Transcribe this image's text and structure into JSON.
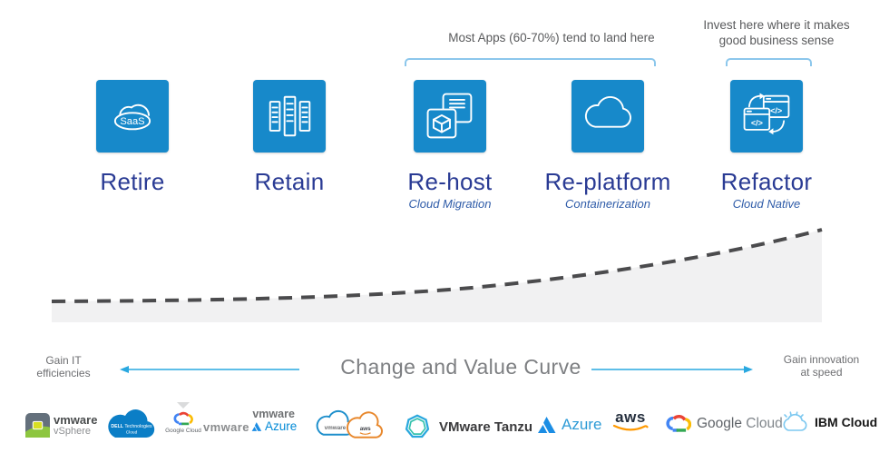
{
  "annotations": {
    "most_apps": "Most Apps (60-70%) tend to land here",
    "invest_line1": "Invest here where it makes",
    "invest_line2": "good business sense"
  },
  "strategies": [
    {
      "label": "Retire",
      "subtitle": "",
      "icon": "saas-cloud-icon",
      "icon_text": "SaaS"
    },
    {
      "label": "Retain",
      "subtitle": "",
      "icon": "server-racks-icon"
    },
    {
      "label": "Re-host",
      "subtitle": "Cloud Migration",
      "icon": "vm-cube-icon"
    },
    {
      "label": "Re-platform",
      "subtitle": "Containerization",
      "icon": "cloud-icon"
    },
    {
      "label": "Refactor",
      "subtitle": "Cloud Native",
      "icon": "code-windows-icon",
      "icon_text": "</>"
    }
  ],
  "curve": {
    "title": "Change and Value Curve",
    "left_label_line1": "Gain IT",
    "left_label_line2": "efficiencies",
    "right_label_line1": "Gain innovation",
    "right_label_line2": "at speed"
  },
  "logos": {
    "vsphere": {
      "brand": "vmware",
      "product": "vSphere"
    },
    "dell": {
      "brand": "DELL",
      "suffix": "Technologies",
      "line2": "Cloud"
    },
    "google_small": {
      "text": "Google Cloud"
    },
    "vmware": {
      "text": "vmware"
    },
    "azure_vmware": {
      "top": "vmware",
      "bottom": "Azure"
    },
    "vmc_aws": {
      "left": "vmware",
      "right": "aws"
    },
    "tanzu": {
      "text": "VMware Tanzu"
    },
    "azure": {
      "text": "Azure"
    },
    "aws": {
      "text": "aws"
    },
    "google": {
      "part1": "Google",
      "part2": "Cloud"
    },
    "ibm": {
      "part1": "IBM",
      "part2": "Cloud"
    }
  },
  "colors": {
    "tile_blue": "#1789ca",
    "label_navy": "#2a3b94",
    "subtitle_blue": "#2e5ba8",
    "bracket_blue": "#8cc7ec",
    "arrow_blue": "#29a8e0",
    "curve_fill": "#f1f1f2",
    "curve_dash": "#4b4b4d",
    "annotation_gray": "#595a5c",
    "azure_blue": "#0089d6",
    "aws_orange": "#ff9900",
    "dell_blue": "#0b7ec6",
    "google_blue": "#4285f4",
    "google_red": "#ea4335",
    "google_yellow": "#fbbc05",
    "google_green": "#34a853",
    "ibm_cloud_blue": "#7dc8f0",
    "tanzu_teal": "#35c2ad"
  }
}
